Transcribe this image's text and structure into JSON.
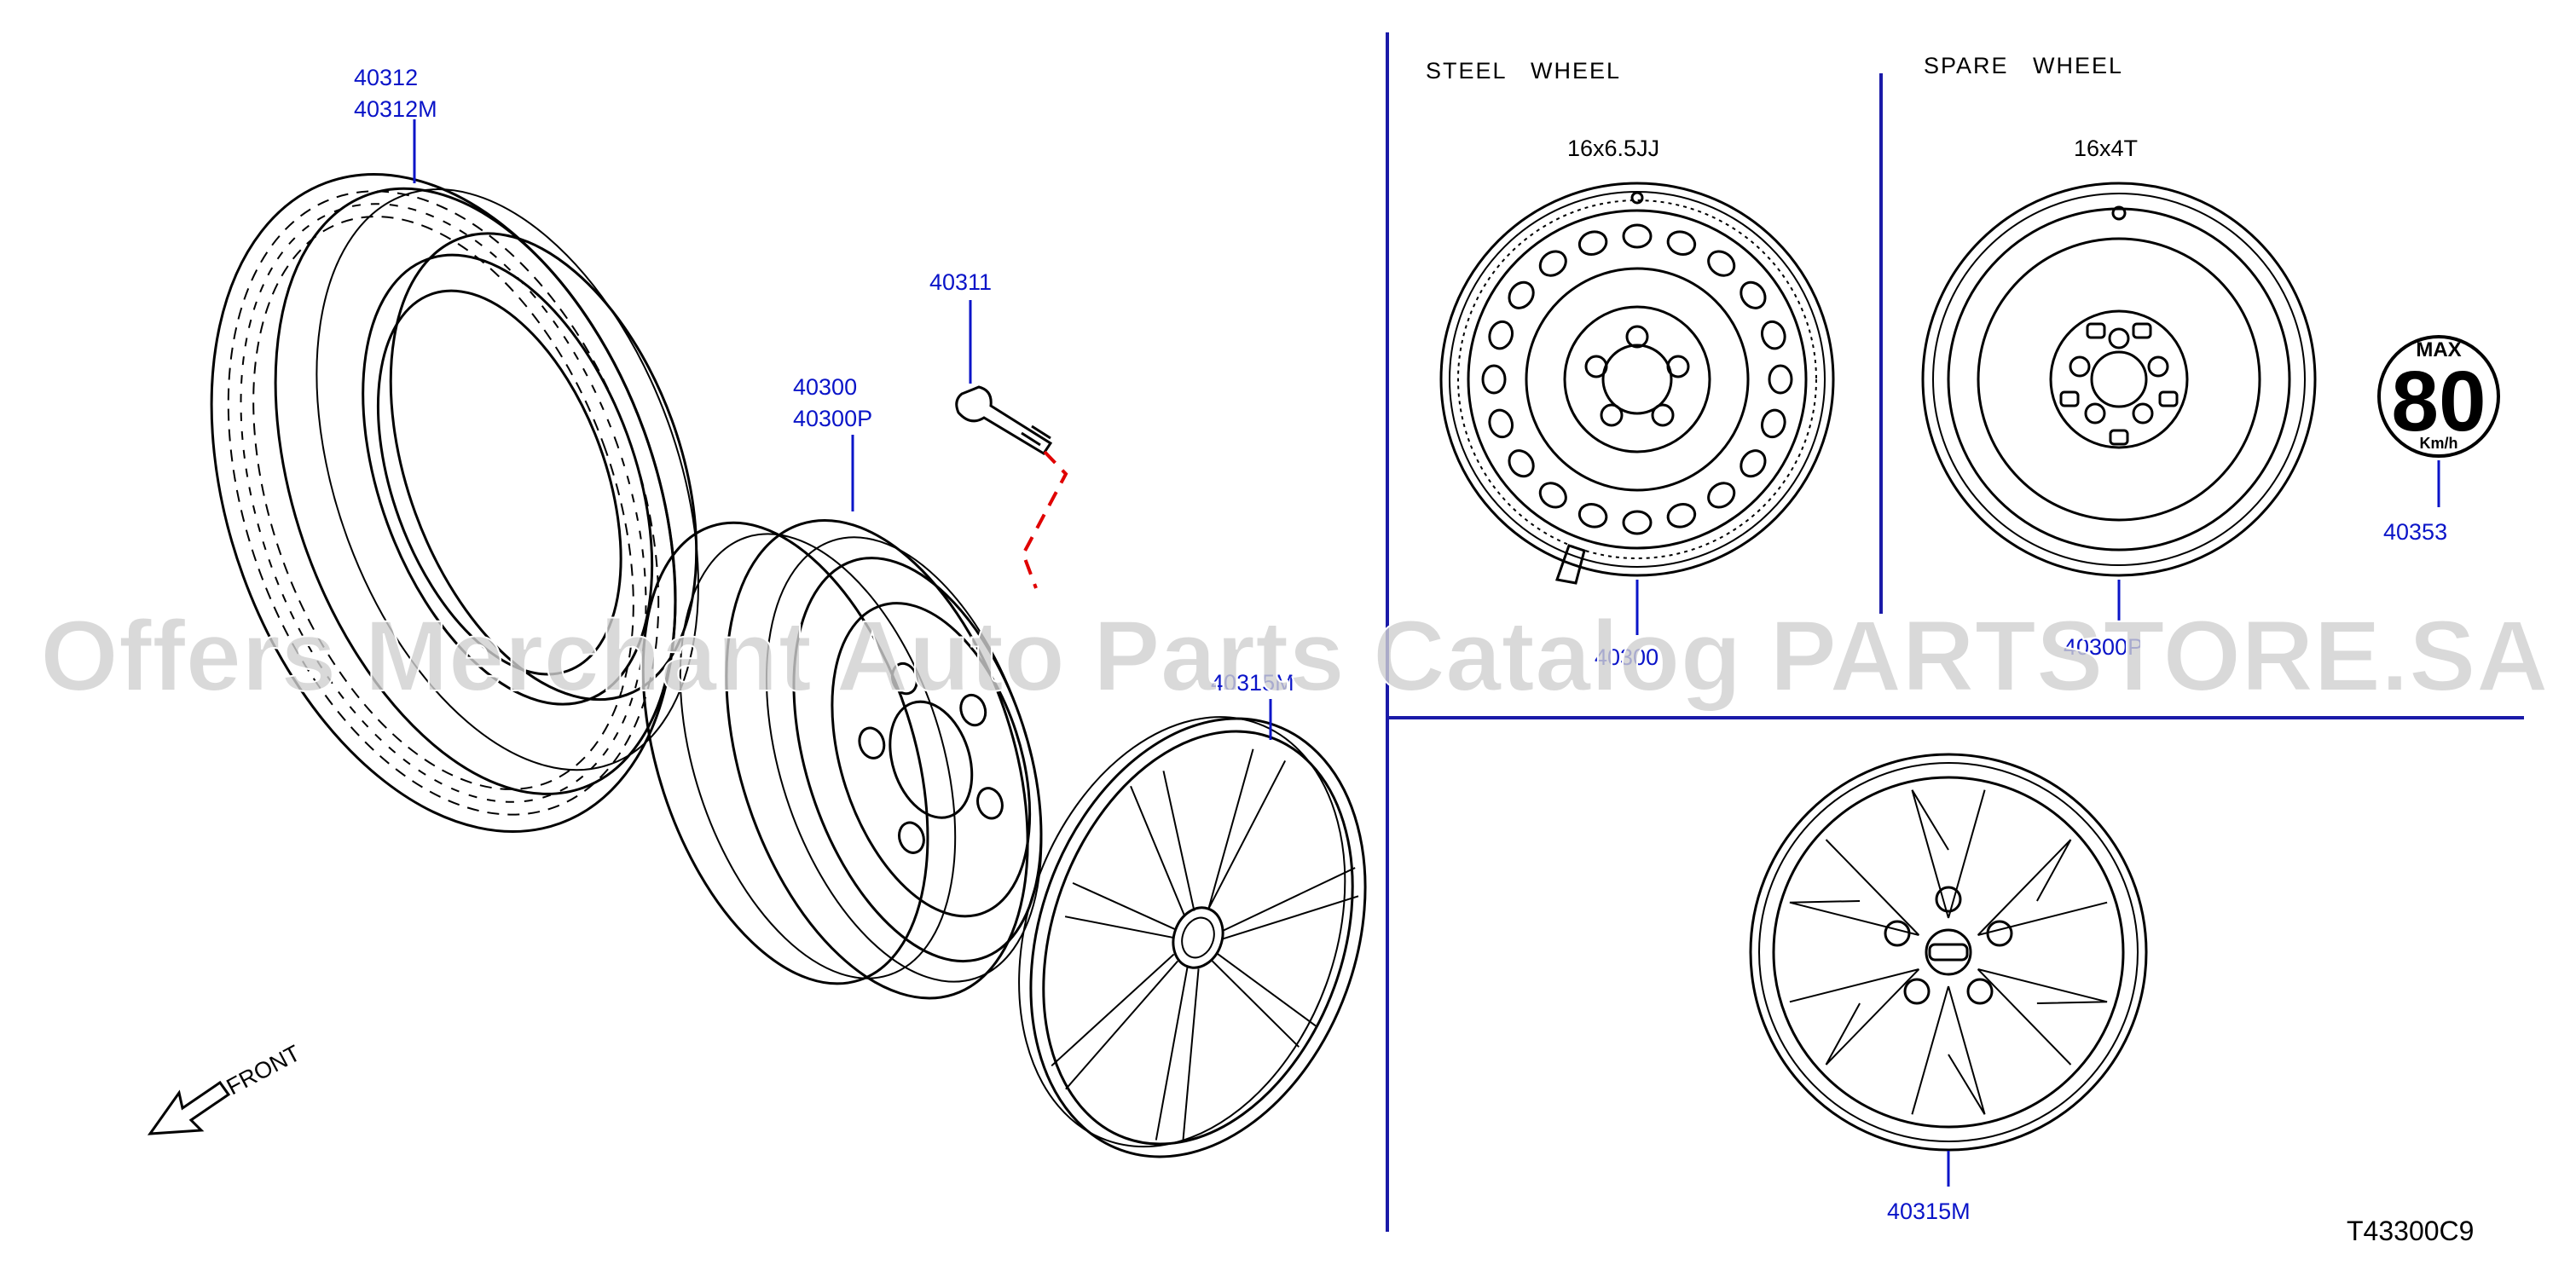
{
  "labels": {
    "tire_a": "40312",
    "tire_b": "40312M",
    "valve": "40311",
    "wheel_a": "40300",
    "wheel_b": "40300P",
    "cover": "40315M",
    "steel_wheel": "40300",
    "spare_wheel": "40300P",
    "sticker": "40353",
    "cover_bottom": "40315M"
  },
  "sections": {
    "steel_title": "STEEL   WHEEL",
    "steel_size": "16x6.5JJ",
    "spare_title": "SPARE   WHEEL",
    "spare_size": "16x4T"
  },
  "sticker": {
    "top": "MAX",
    "value": "80",
    "unit": "Km/h"
  },
  "front_label": "FRONT",
  "diagram_code": "T43300C9",
  "watermark": "Offers Merchant Auto Parts Catalog PARTSTORE.SA",
  "colors": {
    "label_blue": "#0a14c8",
    "divider": "#1a1aa8",
    "valve_dash": "#e00000"
  }
}
